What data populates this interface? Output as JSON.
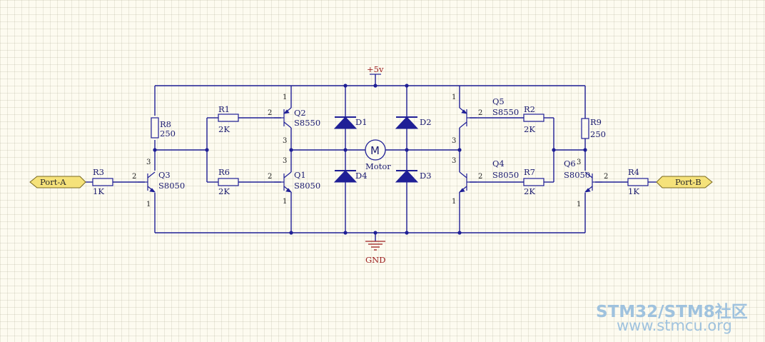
{
  "nets": {
    "power": "+5v",
    "ground": "GND"
  },
  "ports": {
    "a": "Port-A",
    "b": "Port-B"
  },
  "resistors": {
    "r1": {
      "ref": "R1",
      "value": "2K"
    },
    "r2": {
      "ref": "R2",
      "value": "2K"
    },
    "r3": {
      "ref": "R3",
      "value": "1K"
    },
    "r4": {
      "ref": "R4",
      "value": "1K"
    },
    "r6": {
      "ref": "R6",
      "value": "2K"
    },
    "r7": {
      "ref": "R7",
      "value": "2K"
    },
    "r8": {
      "ref": "R8",
      "value": "250"
    },
    "r9": {
      "ref": "R9",
      "value": "250"
    }
  },
  "transistors": {
    "q1": {
      "ref": "Q1",
      "part": "S8050"
    },
    "q2": {
      "ref": "Q2",
      "part": "S8550"
    },
    "q3": {
      "ref": "Q3",
      "part": "S8050"
    },
    "q4": {
      "ref": "Q4",
      "part": "S8050"
    },
    "q5": {
      "ref": "Q5",
      "part": "S8550"
    },
    "q6": {
      "ref": "Q6",
      "part": "S8050"
    }
  },
  "diodes": {
    "d1": "D1",
    "d2": "D2",
    "d3": "D3",
    "d4": "D4"
  },
  "motor": {
    "symbol": "M",
    "label": "Motor"
  },
  "pins": {
    "p1": "1",
    "p2": "2",
    "p3": "3"
  },
  "watermark": {
    "brand_a": "STM32",
    "slash": "/",
    "brand_b": "STM8",
    "suffix": "社区",
    "url": "www.stmcu.org"
  },
  "colors": {
    "wire": "#1f1f96",
    "component": "#1f1f96",
    "net_label": "#9b1d1d",
    "port_fill": "#f5e27a",
    "watermark": "#9fc2de"
  }
}
